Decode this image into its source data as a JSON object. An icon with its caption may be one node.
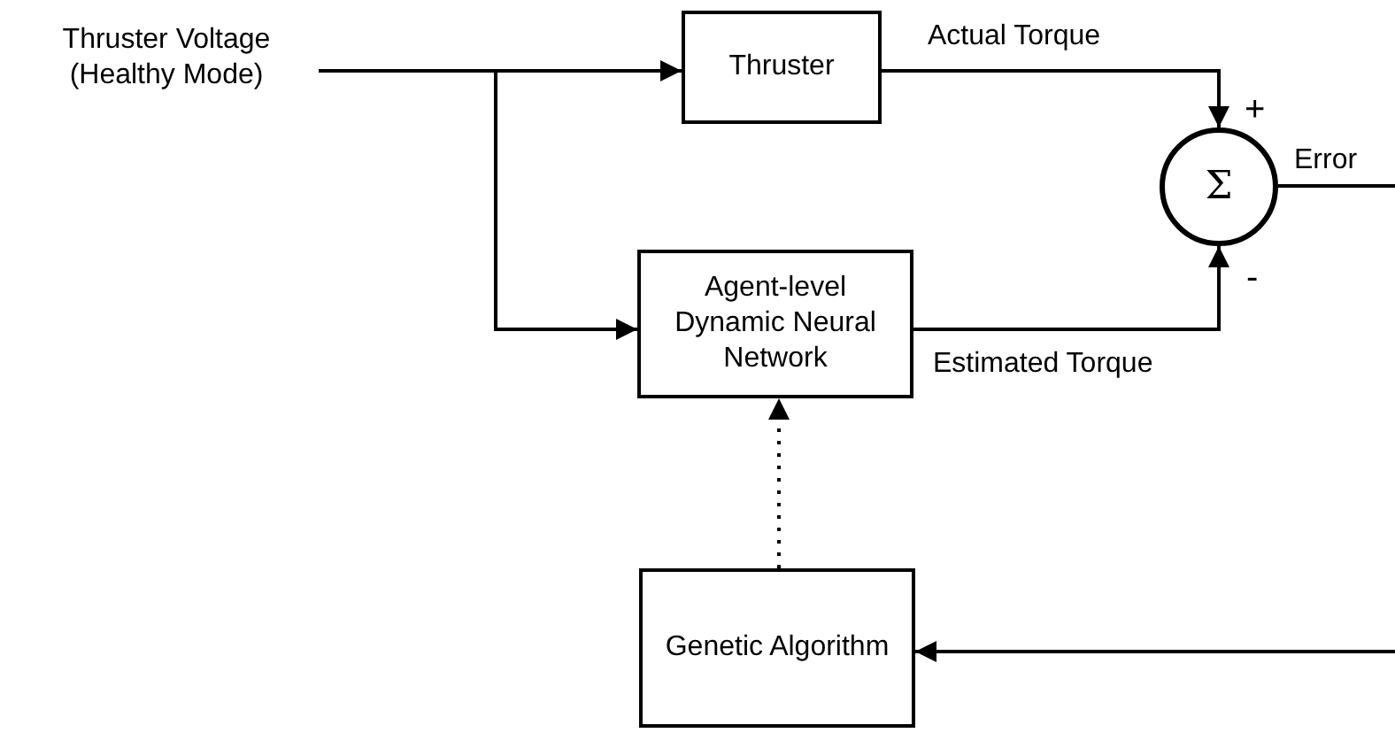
{
  "diagram": {
    "nodes": [
      {
        "text": [
          "Thruster Voltage (Healthy Mode)"
        ]
      },
      {
        "text": [
          "Thruster"
        ]
      },
      {
        "text": [
          "Σ"
        ]
      },
      {
        "text": [
          "Agent-level Dynamic Neural Network"
        ]
      },
      {
        "text": [
          "Genetic Algorithm"
        ]
      }
    ],
    "edges": [
      {
        "from": 0,
        "to": 1,
        "arrow": "to"
      },
      {
        "from": 0,
        "to": 3,
        "arrow": "to"
      },
      {
        "from": 1,
        "to": 2,
        "arrow": "to",
        "label": "Actual Torque"
      },
      {
        "from": 3,
        "to": 2,
        "arrow": "to",
        "label": "Estimated Torque"
      },
      {
        "from": 4,
        "to": 3,
        "arrow": "to",
        "style": "dashed"
      },
      {
        "from": 2,
        "to": null,
        "arrow": "none",
        "label": "Error"
      },
      {
        "from": null,
        "to": 4,
        "arrow": "to"
      }
    ],
    "labels": [
      "+",
      "-"
    ]
  }
}
